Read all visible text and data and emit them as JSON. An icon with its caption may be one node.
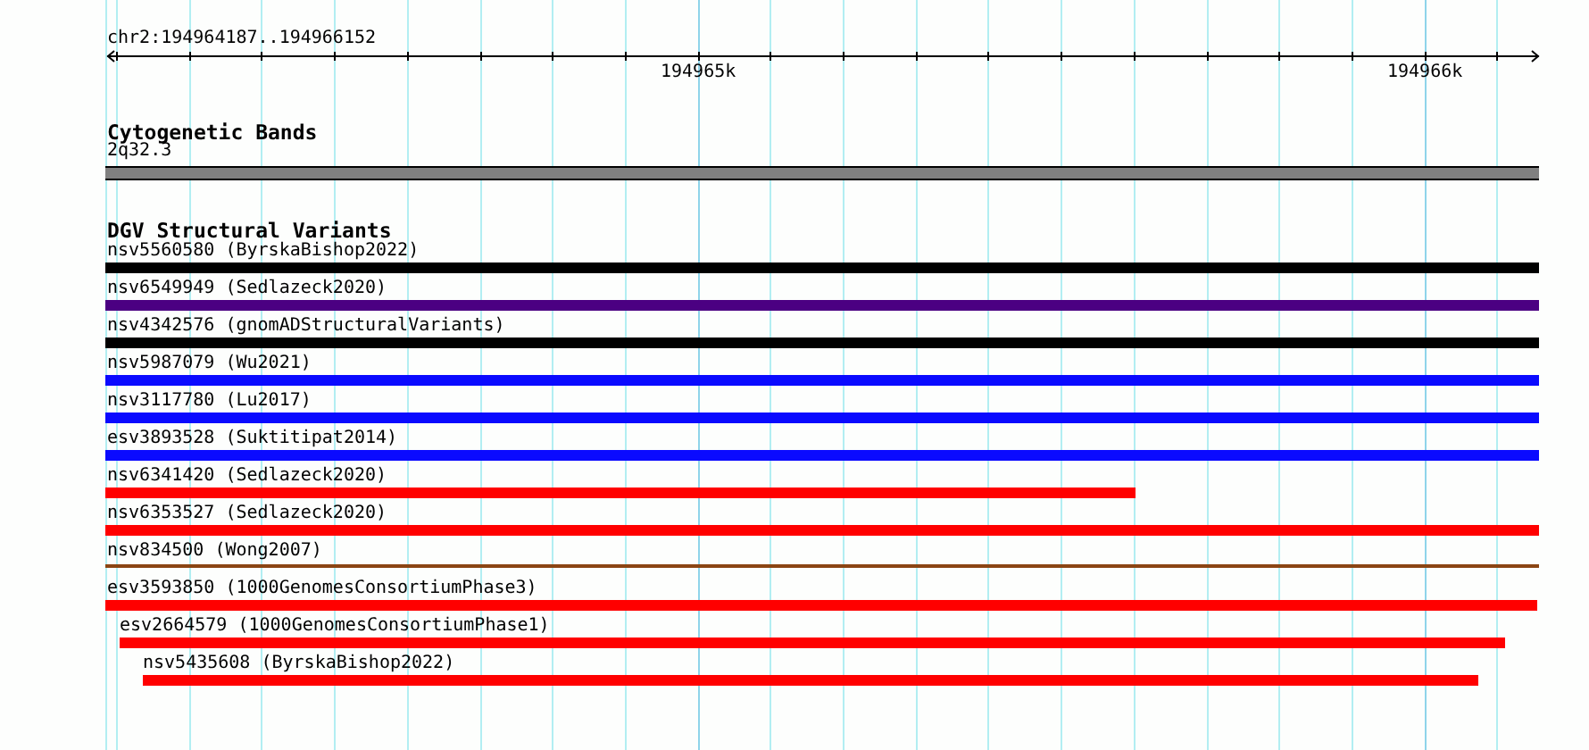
{
  "diagram": {
    "nodes": [
      {
        "text": [
          "2q32.3"
        ]
      },
      {
        "text": [
          "nsv5560580 (ByrskaBishop2022)"
        ]
      },
      {
        "text": [
          "nsv6549949 (Sedlazeck2020)"
        ]
      },
      {
        "text": [
          "nsv4342576 (gnomADStructuralVariants)"
        ]
      },
      {
        "text": [
          "nsv5987079 (Wu2021)"
        ]
      },
      {
        "text": [
          "nsv3117780 (Lu2017)"
        ]
      },
      {
        "text": [
          "esv3893528 (Suktitipat2014)"
        ]
      },
      {
        "text": [
          "nsv6341420 (Sedlazeck2020)"
        ]
      },
      {
        "text": [
          "nsv6353527 (Sedlazeck2020)"
        ]
      },
      {
        "text": [
          "nsv834500 (Wong2007)"
        ]
      },
      {
        "text": [
          "esv3593850 (1000GenomesConsortiumPhase3)"
        ]
      },
      {
        "text": [
          "esv2664579 (1000GenomesConsortiumPhase1)"
        ]
      },
      {
        "text": [
          "nsv5435608 (ByrskaBishop2022)"
        ]
      }
    ],
    "labels": [
      "chr2:194964187..194966152",
      "194965k",
      "194966k",
      "Cytogenetic Bands",
      "DGV Structural Variants"
    ]
  }
}
